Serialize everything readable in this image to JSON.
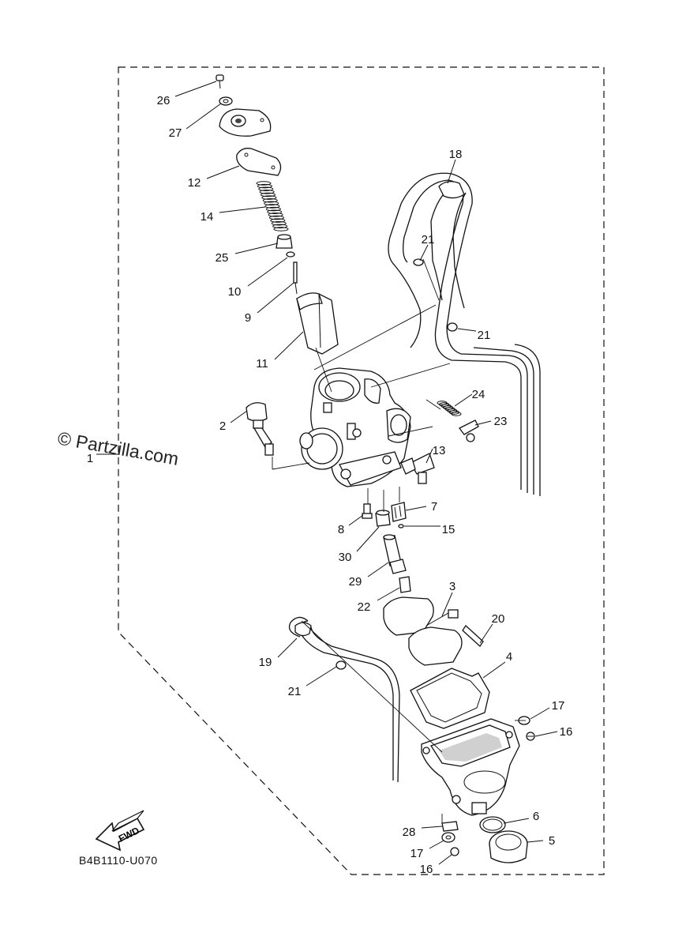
{
  "diagram": {
    "diagram_code": "B4B1110-U070",
    "watermark": "© Partzilla.com",
    "fwd_badge": "FWD",
    "callouts": [
      {
        "id": "c26",
        "text": "26"
      },
      {
        "id": "c27",
        "text": "27"
      },
      {
        "id": "c12",
        "text": "12"
      },
      {
        "id": "c14",
        "text": "14"
      },
      {
        "id": "c25",
        "text": "25"
      },
      {
        "id": "c10",
        "text": "10"
      },
      {
        "id": "c9",
        "text": "9"
      },
      {
        "id": "c11",
        "text": "11"
      },
      {
        "id": "c18",
        "text": "18"
      },
      {
        "id": "c21a",
        "text": "21"
      },
      {
        "id": "c21b",
        "text": "21"
      },
      {
        "id": "c24",
        "text": "24"
      },
      {
        "id": "c23",
        "text": "23"
      },
      {
        "id": "c2",
        "text": "2"
      },
      {
        "id": "c1",
        "text": "1"
      },
      {
        "id": "c13",
        "text": "13"
      },
      {
        "id": "c7",
        "text": "7"
      },
      {
        "id": "c8",
        "text": "8"
      },
      {
        "id": "c15",
        "text": "15"
      },
      {
        "id": "c30",
        "text": "30"
      },
      {
        "id": "c29",
        "text": "29"
      },
      {
        "id": "c22",
        "text": "22"
      },
      {
        "id": "c3",
        "text": "3"
      },
      {
        "id": "c20",
        "text": "20"
      },
      {
        "id": "c19",
        "text": "19"
      },
      {
        "id": "c4",
        "text": "4"
      },
      {
        "id": "c21c",
        "text": "21"
      },
      {
        "id": "c17a",
        "text": "17"
      },
      {
        "id": "c16a",
        "text": "16"
      },
      {
        "id": "c6",
        "text": "6"
      },
      {
        "id": "c28",
        "text": "28"
      },
      {
        "id": "c5",
        "text": "5"
      },
      {
        "id": "c17b",
        "text": "17"
      },
      {
        "id": "c16b",
        "text": "16"
      }
    ]
  }
}
